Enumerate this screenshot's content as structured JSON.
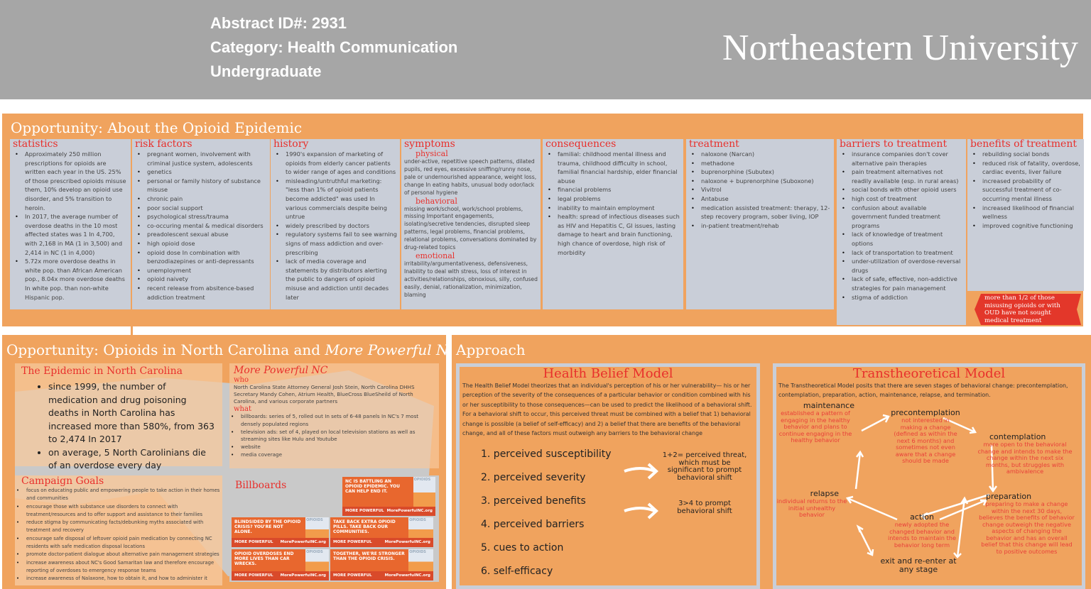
{
  "header": {
    "abstract": "Abstract ID#: 2931",
    "category": "Category: Health Communication",
    "level": "Undergraduate",
    "university": "Northeastern University"
  },
  "opportunity1": {
    "title": "Opportunity: About the Opioid Epidemic",
    "columns": [
      {
        "title": "statistics",
        "items": [
          "Approximately 250 million prescriptions for opioids are written each year in the US. 25% of those prescribed opioids misuse them, 10% develop an opioid use disorder, and 5% transition to heroin.",
          "In 2017, the average number of overdose deaths in the 10 most affected states was 1 In 4,700, with 2,168 in MA (1 in 3,500) and 2,414 in NC (1 in 4,000)",
          "5.72x more overdose deaths in white pop. than African American pop., 8.04x more overdose deaths In white pop. than non-white Hispanic pop."
        ]
      },
      {
        "title": "risk factors",
        "items": [
          "pregnant women, involvement with criminal justice system, adolescents",
          "genetics",
          "personal or family history of substance misuse",
          "chronic pain",
          "poor social support",
          "psychological stress/trauma",
          "co-occuring mental & medical disorders",
          "preadolescent sexual abuse",
          "high opioid dose",
          "opioid dose In combination with benzodiazepines or anti-depressants",
          "unemployment",
          "opioid naivety",
          "recent release from absitence-based addiction treatment"
        ]
      },
      {
        "title": "history",
        "items": [
          "1990's expansion of marketing of opioids from elderly cancer patients to wider range of ages and conditions",
          "misleading/untruthful marketing: \"less than 1% of opioid patients become addicted\" was used In various commercials despite being untrue",
          "widely prescribed by doctors",
          "regulatory systems fail to see warning signs of mass addiction and over-prescribing",
          "lack of media coverage and statements by distributors alerting the public to dangers of opioid misuse and addiction until decades later"
        ]
      },
      {
        "title": "symptoms",
        "groups": [
          {
            "name": "physical",
            "text": "under-active, repetitive speech patterns, dilated pupils, red eyes, excessive sniffing/runny nose, pale or undernourished appearance, weight loss, change In eating habits, unusual body odor/lack of personal hygiene"
          },
          {
            "name": "behavioral",
            "text": "missing work/school, work/school problems, missing Important engagements, isolating/secretive tendencies, disrupted sleep patterns, legal problems, financial problems, relational problems, conversations dominated by drug-related topics"
          },
          {
            "name": "emotional",
            "text": "irritability/argumentativeness, defensiveness, Inability to deal with stress, loss of interest in activities/relationships, obnoxious, silly, confused easily, denial, rationalization, minimization, blaming"
          }
        ]
      },
      {
        "title": "consequences",
        "items": [
          "familial: childhood mental illness and trauma, childhood difficulty in school, familial financial hardship, elder financial abuse",
          "financial problems",
          "legal problems",
          "inability to maintain employment",
          "health: spread of infectious diseases such as HIV and Hepatitis C, GI issues, lasting damage to heart and brain functioning, high chance of overdose, high risk of morbidity"
        ]
      },
      {
        "title": "treatment",
        "items": [
          "naloxone (Narcan)",
          "methadone",
          "buprenorphine (Subutex)",
          "naloxone + buprenorphine (Suboxone)",
          "Vivitrol",
          "Antabuse",
          "medication assisted treatment: therapy, 12-step recovery program, sober living, IOP",
          "in-patient treatment/rehab"
        ]
      },
      {
        "title": "barriers to treatment",
        "items": [
          "insurance companies don't cover alternative pain therapies",
          "pain treatment alternatives not readily available (esp. in rural areas)",
          "social bonds with other opioid users",
          "high cost of treatment",
          "confusion about available government funded treatment programs",
          "lack of knowledge of treatment options",
          "lack of transportation to treatment",
          "under-utilization of overdose-reversal drugs",
          "lack of safe, effective, non-addictive strategies for pain management",
          "stigma of addiction"
        ]
      },
      {
        "title": "benefits of treatment",
        "items": [
          "rebuilding social bonds",
          "reduced risk of fatality, overdose, cardiac events, liver failure",
          "increased probability of successful treatment of co-occurring mental illness",
          "increased likelihood of financial wellness",
          "improved cognitive functioning"
        ]
      }
    ],
    "callout": "more than 1/2 of those misusing opioids or with OUD have not sought medical treatment"
  },
  "opportunity2": {
    "title_a": "Opportunity: Opioids in North Carolina and ",
    "title_b": "More Powerful NC",
    "epidemic": {
      "title": "The Epidemic in North Carolina",
      "items": [
        "since 1999, the number of medication and drug poisoning deaths in North Carolina has increased more than 580%, from 363 to 2,474 In 2017",
        "on average, 5 North Carolinians die of an overdose every day"
      ]
    },
    "mpnc": {
      "title": "More Powerful NC",
      "who_label": "who",
      "who": "North Carolina State Attorney General Josh Stein, North Carolina DHHS Secretary Mandy Cohen, Atrium Health, BlueCross BlueSheild of North Carolina, and various corporate partners",
      "what_label": "what",
      "what": [
        "billboards: series of 5, rolled out In sets of 6-48 panels In NC's 7 most densely populated regions",
        "television ads: set of 4, played on local television stations as well as streaming sites like Hulu and Youtube",
        "website",
        "media coverage"
      ]
    },
    "goals": {
      "title": "Campaign Goals",
      "items": [
        "focus on educating public and empowering people to take action in their homes and communities",
        "encourage those with substance use disorders to connect with treatment/resources and to offer support and assistance to their families",
        "reduce stigma by communicating facts/debunking myths associated with treatment and recovery",
        "encourage safe disposal of leftover opioid pain medication by connecting NC residents with safe medication disposal locations",
        "promote doctor-patient dialogue about alternative pain management strategies",
        "increase awareness about NC's Good Samaritan law and therefore encourage reporting of overdoses to emergency response teams",
        "increase awareness of Nalaxone, how to obtain it, and how to administer it"
      ]
    },
    "billboards": {
      "title": "Billboards",
      "brand": "MORE POWERFUL",
      "url": "MorePowerfulNC.org",
      "jar": "OPIOIDS",
      "boards": [
        "NC IS BATTLING AN OPIOID EPIDEMIC. YOU CAN HELP END IT.",
        "BLINDSIDED BY THE OPIOID CRISIS? YOU'RE NOT ALONE.",
        "TAKE BACK EXTRA OPIOID PILLS. TAKE BACK OUR COMMUNITIES.",
        "OPIOID OVERDOSES END MORE LIVES THAN CAR WRECKS.",
        "TOGETHER, WE'RE STRONGER THAN THE OPIOID CRISIS."
      ]
    }
  },
  "approach": {
    "title": "Approach",
    "hbm": {
      "title": "Health Belief Model",
      "text": "The Health Belief Model theorizes that an individual's perception of his or her vulnerability— his or her perception of the severity of the consequences of a particular behavior or condition combined with his or her susceptibility to those consequences—can be used to predict the likelihood of a behavioral shift. For a behavioral shift to occur, this perceived threat must be combined with a belief that 1) behavioral change is possible (a belief of self-efficacy) and 2) a belief that there are benefits of the behavioral change, and all of these factors must outweigh any barriers to the behavioral change",
      "items": [
        "1. perceived susceptibility",
        "2. perceived severity",
        "3. perceived benefits",
        "4. perceived barriers",
        "5. cues to action",
        "6. self-efficacy"
      ],
      "note1": "1+2= perceived threat, which must be significant to prompt behavioral shift",
      "note2": "3>4 to prompt behavioral shift"
    },
    "ttm": {
      "title": "Transtheoretical Model",
      "text": "The Transtheoretical Model posits that there are seven stages of behavioral change: precontemplation, contemplation, preparation, action, maintenance, relapse, and termination.",
      "stages": {
        "precontemplation": {
          "name": "precontemplation",
          "desc": "not interested in making a change (defined as within the next 6 months) and sometimes not even aware that a change should be made"
        },
        "contemplation": {
          "name": "contemplation",
          "desc": "more open to the behavioral change and intends to make the change within the next six months, but struggles with ambivalence"
        },
        "preparation": {
          "name": "preparation",
          "desc": "preparing to make a change within the next 30 days, believes the benefits of behavior change outweigh the negative aspects of changing the behavior and has an overall belief that this change will lead to positive outcomes"
        },
        "action": {
          "name": "action",
          "desc": "newly adopted the changed behavior and intends to maintain the behavior long term"
        },
        "maintenance": {
          "name": "maintenance",
          "desc": "established a pattern of engaging in the healthy behavior and plans to continue engaging in the healthy behavior"
        },
        "relapse": {
          "name": "relapse",
          "desc": "individual returns to the initial unhealthy behavior"
        },
        "exit": {
          "name": "exit and re-enter at any stage"
        }
      }
    }
  },
  "colors": {
    "orange": "#f0a35e",
    "red": "#e8302c",
    "gray": "#a6a6a6",
    "panel": "#c9ced8"
  }
}
